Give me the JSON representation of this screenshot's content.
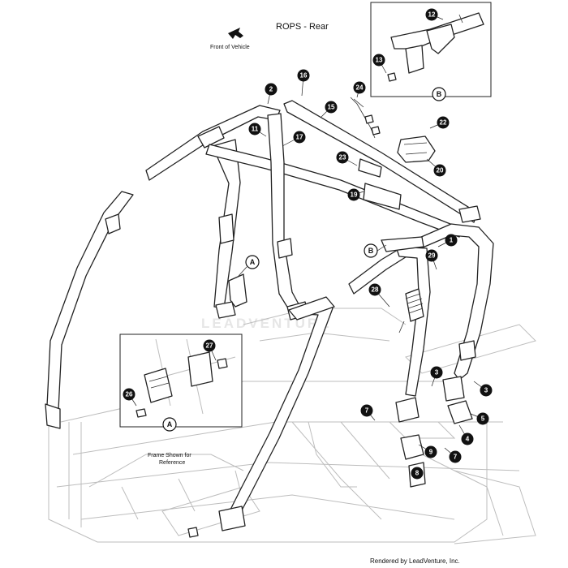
{
  "title": "ROPS - Rear",
  "front_label": "Front of Vehicle",
  "frame_note": "Frame Shown for\nReference",
  "frame_note_line1": "Frame Shown for",
  "frame_note_line2": "Reference",
  "credit": "Rendered by LeadVenture, Inc.",
  "watermark": "LEADVENTURE",
  "detail_a": {
    "letter": "A",
    "callouts": [
      "27",
      "26"
    ]
  },
  "detail_b": {
    "letter": "B",
    "callouts": [
      "12",
      "13"
    ]
  },
  "reference_letters": [
    "A",
    "B"
  ],
  "callouts": [
    "1",
    "2",
    "3",
    "3",
    "4",
    "5",
    "7",
    "7",
    "8",
    "9",
    "11",
    "12",
    "13",
    "15",
    "16",
    "17",
    "19",
    "20",
    "22",
    "23",
    "24",
    "26",
    "27",
    "28",
    "29"
  ],
  "callout_color": "#111111"
}
